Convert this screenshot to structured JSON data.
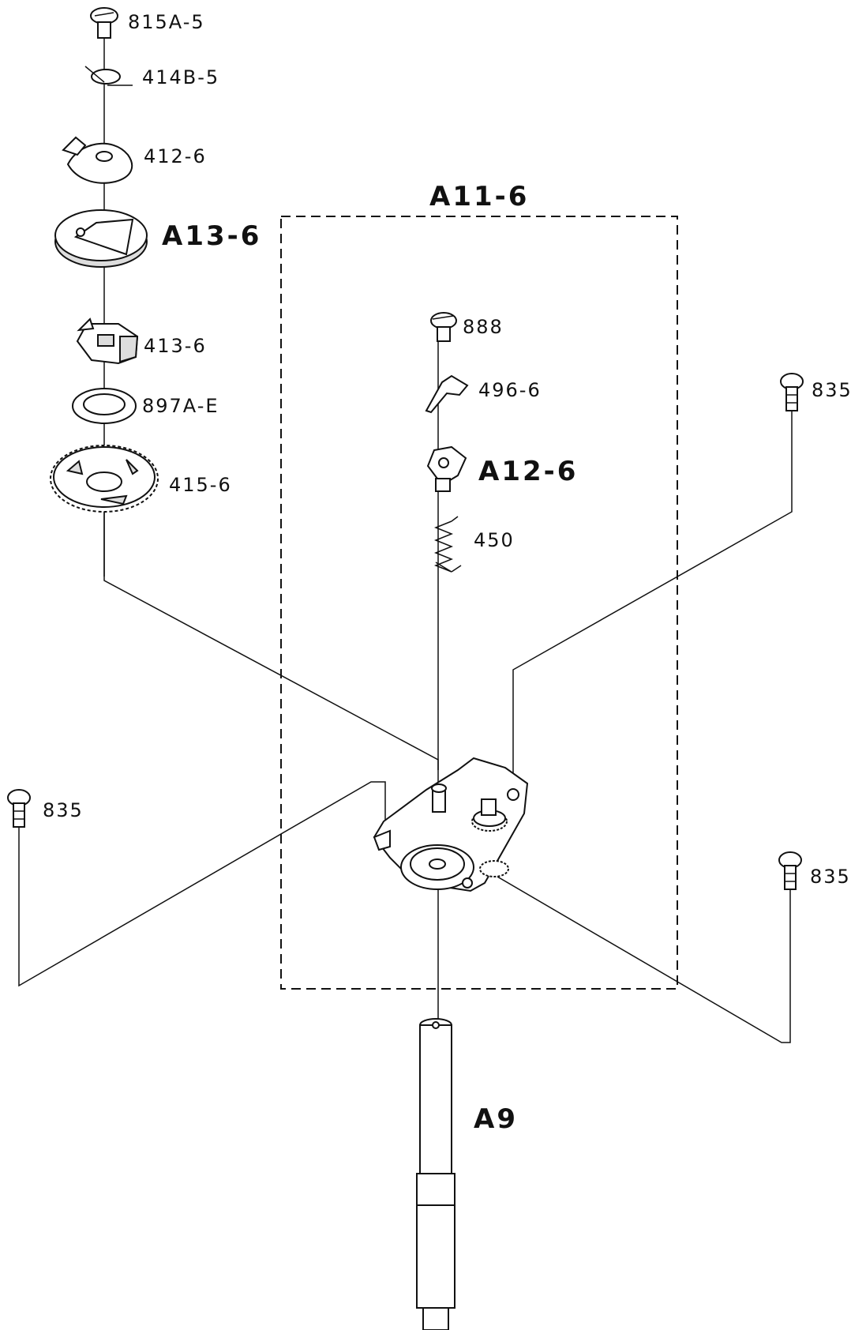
{
  "labels": {
    "p815a5": "815A-5",
    "p414b5": "414B-5",
    "p4126": "412-6",
    "pA136": "A13-6",
    "p4136": "413-6",
    "p897ae": "897A-E",
    "p4156": "415-6",
    "pA116": "A11-6",
    "p888": "888",
    "p4966": "496-6",
    "pA126": "A12-6",
    "p450": "450",
    "p835_right_top": "835",
    "p835_left": "835",
    "p835_right_bottom": "835",
    "pA9": "A9"
  }
}
